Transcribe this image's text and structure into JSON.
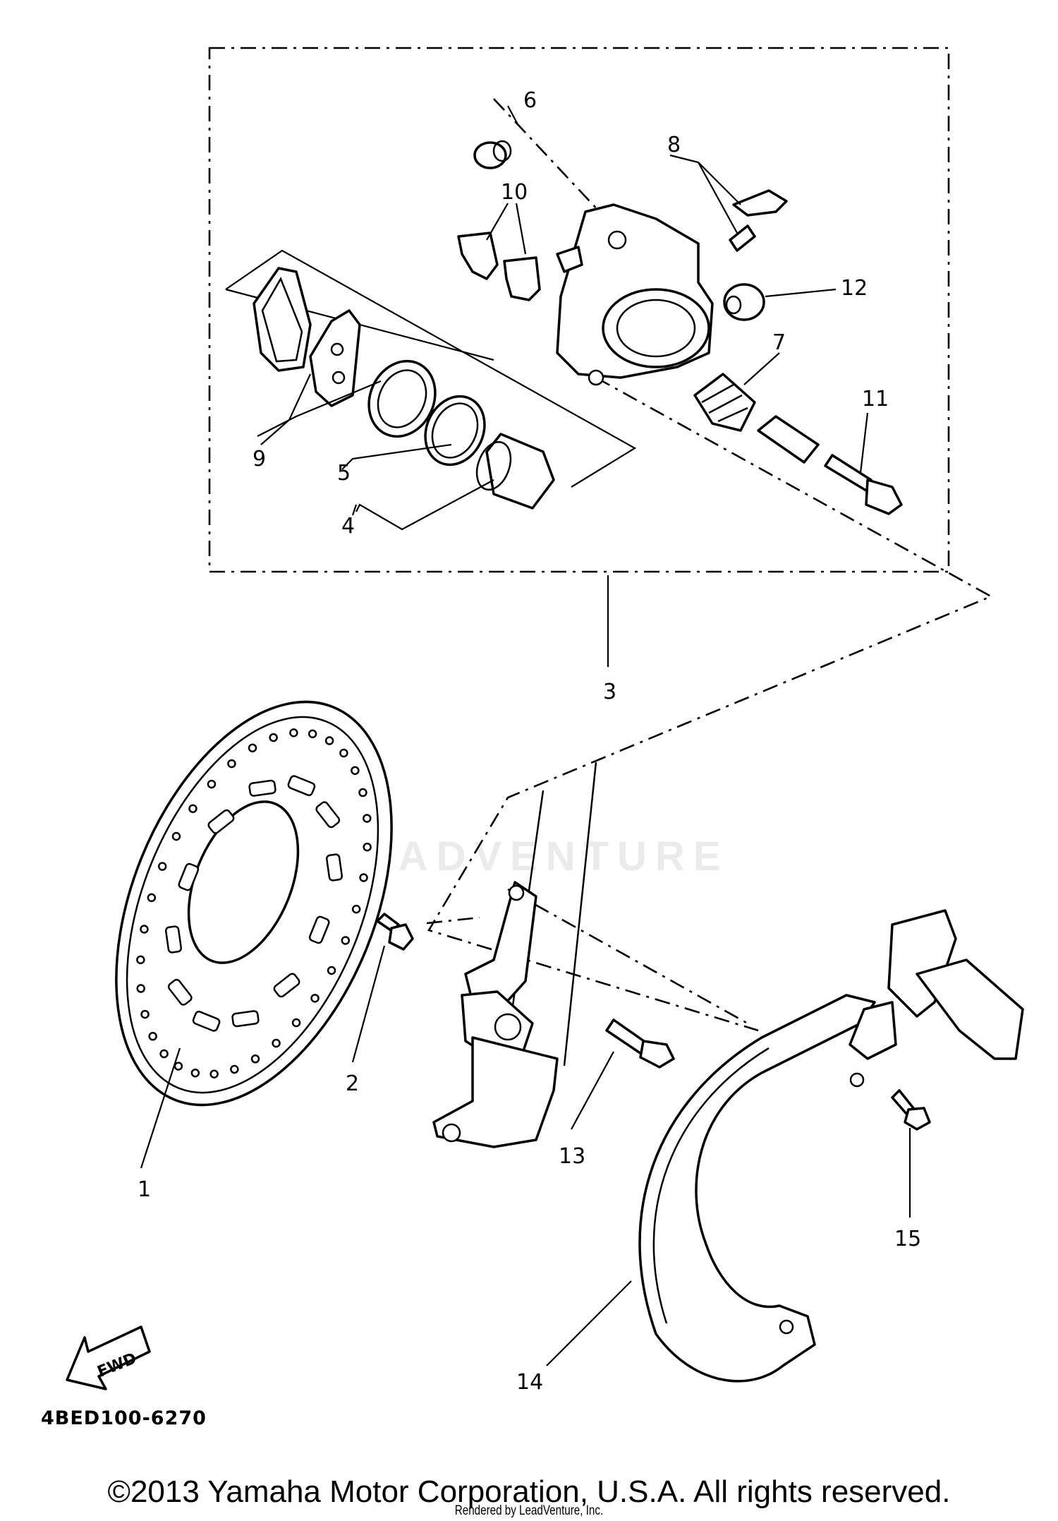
{
  "labels": {
    "p1": "1",
    "p2": "2",
    "p3": "3",
    "p4": "4",
    "p5": "5",
    "p6": "6",
    "p7": "7",
    "p8": "8",
    "p9": "9",
    "p10": "10",
    "p11": "11",
    "p12": "12",
    "p13": "13",
    "p14": "14",
    "p15": "15"
  },
  "fwd_label": "FWD",
  "diagram_code": "4BED100-6270",
  "copyright": "©2013 Yamaha Motor Corporation, U.S.A. All rights reserved.",
  "rendered_by": "Rendered by LeadVenture, Inc.",
  "watermark": "LEADVENTURE"
}
